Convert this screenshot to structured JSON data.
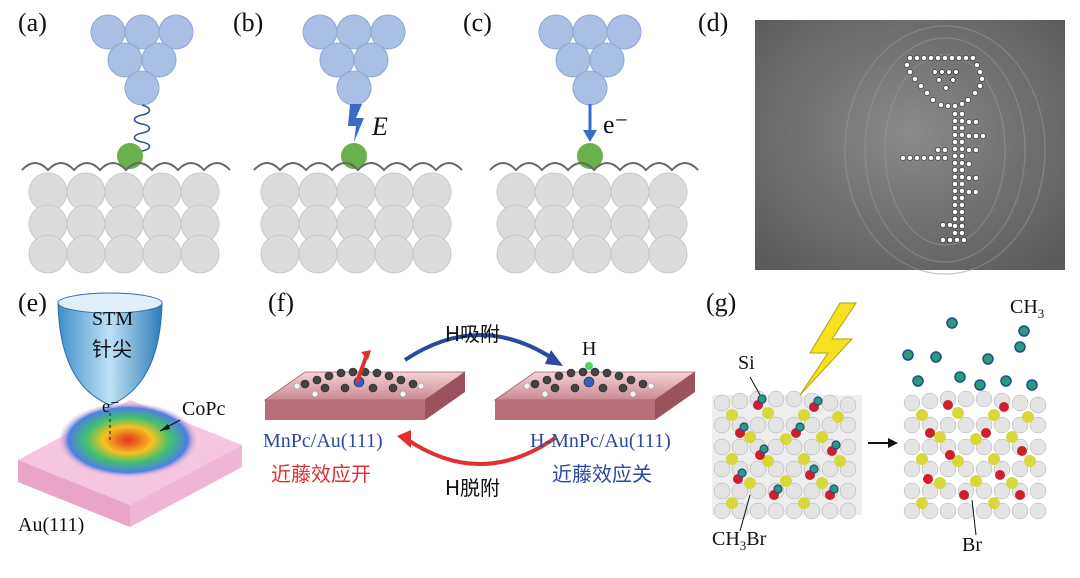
{
  "panels": {
    "a": {
      "label": "(a)"
    },
    "b": {
      "label": "(b)",
      "field_symbol": "E"
    },
    "c": {
      "label": "(c)",
      "electron_symbol": "e⁻"
    },
    "d": {
      "label": "(d)"
    },
    "e": {
      "label": "(e)",
      "tip_line1": "STM",
      "tip_line2": "针尖",
      "electron": "e⁻",
      "molecule": "CoPc",
      "substrate": "Au(111)"
    },
    "f": {
      "label": "(f)",
      "adsorb": "H吸附",
      "desorb": "H脱附",
      "h_atom": "H",
      "left_sample": "MnPc/Au(111)",
      "left_state": "近藤效应开",
      "right_sample": "H-MnPc/Au(111)",
      "right_state": "近藤效应关"
    },
    "g": {
      "label": "(g)",
      "si": "Si",
      "ch3": "CH",
      "ch3_sub": "3",
      "ch3br_main": "CH",
      "ch3br_sub": "3",
      "ch3br_end": "Br",
      "br": "Br"
    }
  },
  "colors": {
    "tip_atom": "#a9bfe6",
    "adatom": "#6ab04c",
    "substrate_atom": "#d9d9d9",
    "field_arrow": "#3a6cc6",
    "kondo_on": "#e03030",
    "kondo_off": "#2a4aa0",
    "si_atom": "#d8d83a",
    "br_atom": "#cc2030",
    "ch3_atom": "#2a9a7a"
  }
}
